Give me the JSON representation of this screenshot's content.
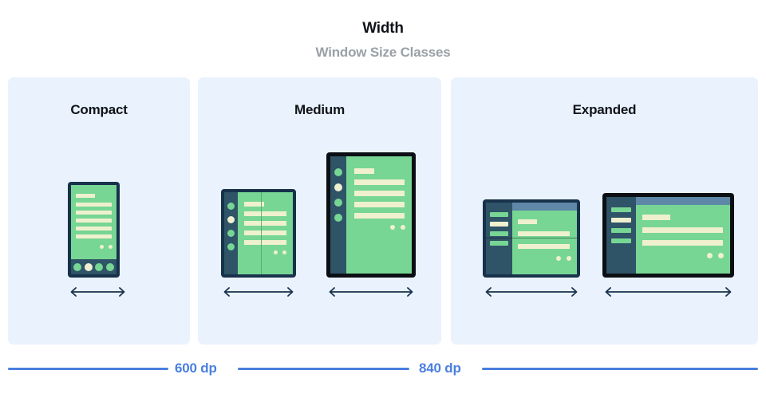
{
  "header": {
    "title": "Width",
    "subtitle": "Window Size Classes"
  },
  "panels": [
    {
      "id": "compact",
      "label": "Compact"
    },
    {
      "id": "medium",
      "label": "Medium"
    },
    {
      "id": "expanded",
      "label": "Expanded"
    }
  ],
  "rulers": [
    {
      "label": "600 dp"
    },
    {
      "label": "840 dp"
    }
  ],
  "colors": {
    "panel_background": "#eaf2fd",
    "screen_green": "#77d694",
    "content_cream": "#eff0d0",
    "nav_slate": "#2f5367",
    "frame_navy": "#17324a",
    "frame_black": "#0b0f14",
    "topbar_blue": "#5e87a8",
    "ruler_blue": "#4a7fe0",
    "title_black": "#101418",
    "subtitle_gray": "#9aa0a6"
  },
  "devices": {
    "phone": {
      "name": "phone-portrait",
      "nav_items": 4,
      "active_index": 1,
      "content_lines": 6,
      "fab_dots": 2
    },
    "foldable_portrait": {
      "name": "foldable-portrait",
      "nav_items": 4,
      "active_index": 1,
      "content_lines": 5,
      "fab_dots": 2,
      "fold": "vertical"
    },
    "tablet_portrait": {
      "name": "tablet-portrait",
      "nav_items": 4,
      "active_index": 1,
      "content_lines": 5,
      "fab_dots": 2
    },
    "foldable_landscape": {
      "name": "foldable-landscape",
      "nav_items": 4,
      "active_index": 1,
      "content_lines": 3,
      "fab_dots": 2,
      "fold": "horizontal",
      "has_topbar": true
    },
    "tablet_landscape": {
      "name": "tablet-landscape",
      "nav_items": 4,
      "active_index": 1,
      "content_lines": 3,
      "fab_dots": 2,
      "has_topbar": true
    }
  }
}
